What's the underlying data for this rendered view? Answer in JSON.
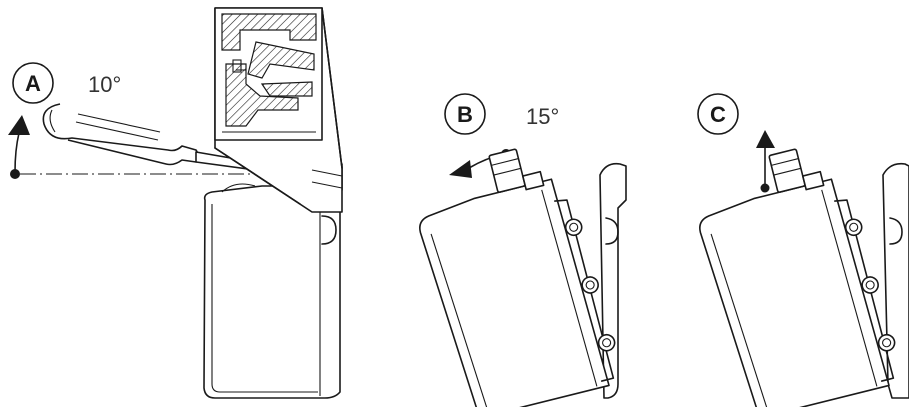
{
  "steps": [
    {
      "label": "A",
      "angle": "10°"
    },
    {
      "label": "B",
      "angle": "15°"
    },
    {
      "label": "C"
    }
  ],
  "colors": {
    "line": "#1a1a1a",
    "background": "#ffffff"
  }
}
